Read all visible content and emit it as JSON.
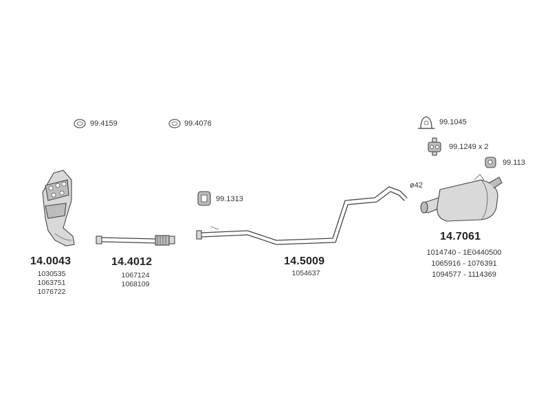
{
  "accessories": {
    "gasket_1": "99.4159",
    "gasket_2": "99.4076",
    "clamp": "99.1045",
    "mount_pair": "99.1249 x 2",
    "mount_partial": "99.113",
    "mount_mid": "99.1313"
  },
  "diameter": "ø42",
  "parts": [
    {
      "number": "14.0043",
      "oem": [
        "1030535",
        "1063751",
        "1076722"
      ]
    },
    {
      "number": "14.4012",
      "oem": [
        "1067124",
        "1068109"
      ]
    },
    {
      "number": "14.5009",
      "oem": [
        "1054637"
      ]
    },
    {
      "number": "14.7061",
      "oem": [
        "1014740 - 1E0440500",
        "1065916 - 1076391",
        "1094577 - 1114369"
      ]
    }
  ]
}
